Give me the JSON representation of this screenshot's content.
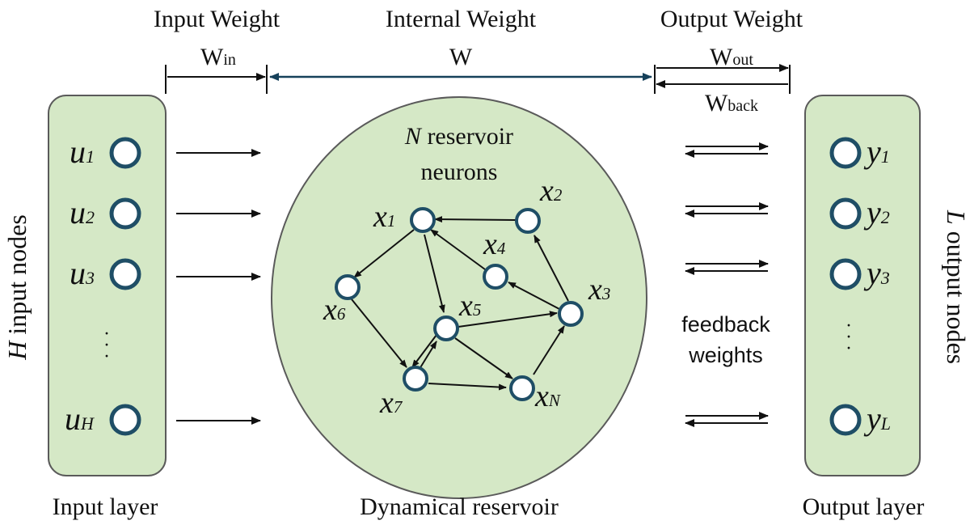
{
  "headers": {
    "input_weight": {
      "title": "Input Weight",
      "symbol": "W",
      "sub": "in"
    },
    "internal_weight": {
      "title": "Internal Weight",
      "symbol": "W"
    },
    "output_weight": {
      "title": "Output Weight",
      "symbol": "W",
      "sub": "out"
    },
    "back_weight": {
      "symbol": "W",
      "sub": "back"
    }
  },
  "input_layer": {
    "caption": "Input layer",
    "side_label_var": "H",
    "side_label_text": " input nodes",
    "nodes": [
      {
        "var": "u",
        "sub": "1"
      },
      {
        "var": "u",
        "sub": "2"
      },
      {
        "var": "u",
        "sub": "3"
      },
      {
        "var": "u",
        "sub": "H"
      }
    ],
    "ellipsis": "·"
  },
  "reservoir": {
    "caption": "Dynamical reservoir",
    "label_var": "N",
    "label_line1": " reservoir",
    "label_line2": "neurons",
    "nodes": [
      {
        "var": "x",
        "sub": "1"
      },
      {
        "var": "x",
        "sub": "2"
      },
      {
        "var": "x",
        "sub": "3"
      },
      {
        "var": "x",
        "sub": "4"
      },
      {
        "var": "x",
        "sub": "5"
      },
      {
        "var": "x",
        "sub": "6"
      },
      {
        "var": "x",
        "sub": "7"
      },
      {
        "var": "x",
        "sub": "N"
      }
    ]
  },
  "output_layer": {
    "caption": "Output layer",
    "side_label_var": "L",
    "side_label_text": " output nodes",
    "nodes": [
      {
        "var": "y",
        "sub": "1"
      },
      {
        "var": "y",
        "sub": "2"
      },
      {
        "var": "y",
        "sub": "3"
      },
      {
        "var": "y",
        "sub": "L"
      }
    ],
    "ellipsis": "·"
  },
  "feedback": {
    "line1": "feedback",
    "line2": "weights"
  },
  "colors": {
    "panel_fill": "#d5e8c6",
    "panel_stroke": "#5a5a5a",
    "node_stroke": "#1f4e66",
    "reservoir_fill": "#d5e8c6",
    "internal_arrow": "#16415a"
  }
}
